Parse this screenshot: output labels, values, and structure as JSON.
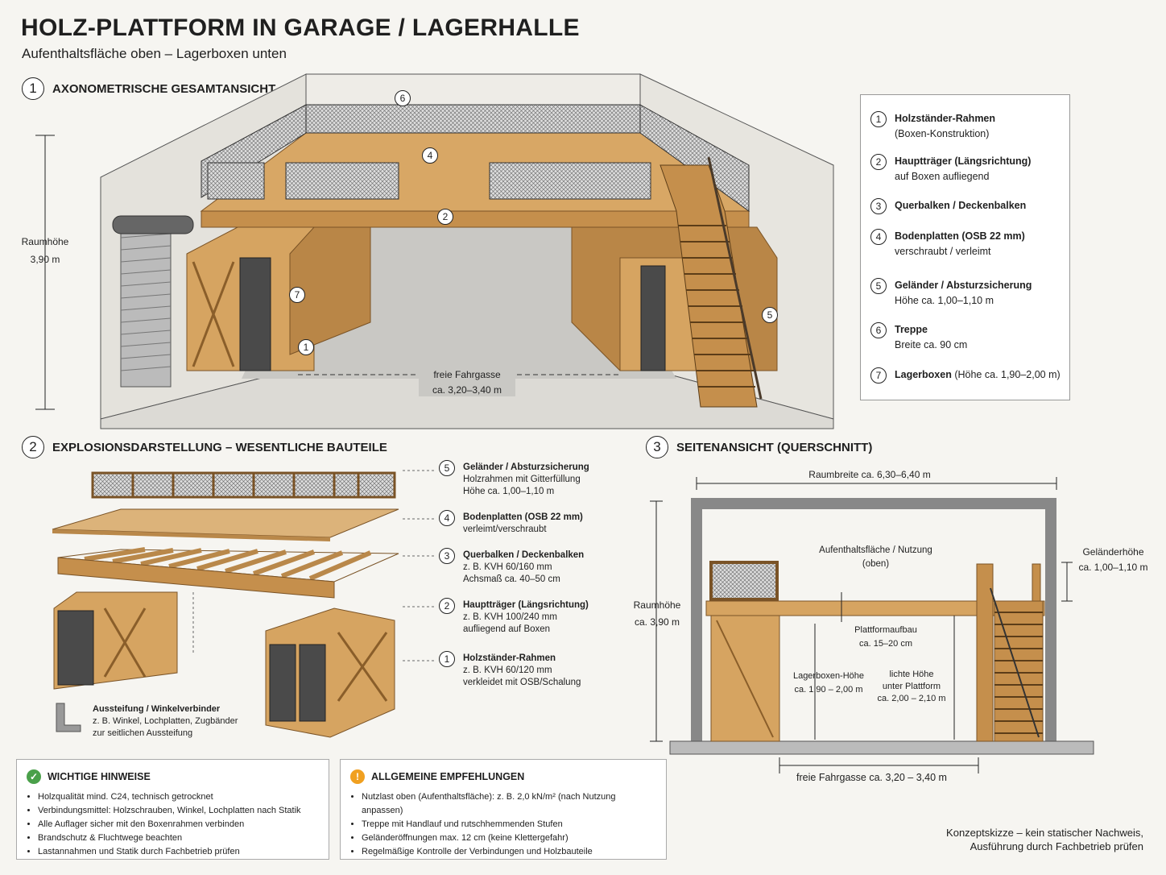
{
  "header": {
    "title": "HOLZ-PLATTFORM IN GARAGE / LAGERHALLE",
    "subtitle": "Aufenthaltsfläche oben – Lagerboxen unten"
  },
  "section1": {
    "num": "1",
    "title": "AXONOMETRISCHE GESAMTANSICHT",
    "room_height_label": "Raumhöhe",
    "room_height_value": "3,90 m",
    "lane_label": "freie Fahrgasse",
    "lane_value": "ca. 3,20–3,40 m",
    "markers": [
      "1",
      "2",
      "4",
      "5",
      "6",
      "7"
    ]
  },
  "legend": [
    {
      "num": "1",
      "title": "Holzständer-Rahmen",
      "detail": "(Boxen-Konstruktion)"
    },
    {
      "num": "2",
      "title": "Hauptträger (Längsrichtung)",
      "detail": "auf Boxen aufliegend"
    },
    {
      "num": "3",
      "title": "Querbalken / Deckenbalken",
      "detail": ""
    },
    {
      "num": "4",
      "title": "Bodenplatten (OSB 22 mm)",
      "detail": "verschraubt / verleimt"
    },
    {
      "num": "5",
      "title": "Geländer / Absturzsicherung",
      "detail": "Höhe ca. 1,00–1,10 m"
    },
    {
      "num": "6",
      "title": "Treppe",
      "detail": "Breite ca. 90 cm"
    },
    {
      "num": "7",
      "title": "Lagerboxen",
      "detail": "(Höhe ca. 1,90–2,00 m)"
    }
  ],
  "section2": {
    "num": "2",
    "title": "EXPLOSIONSDARSTELLUNG – WESENTLICHE BAUTEILE",
    "parts": [
      {
        "num": "5",
        "title": "Geländer / Absturzsicherung",
        "lines": [
          "Holzrahmen mit Gitterfüllung",
          "Höhe ca. 1,00–1,10 m"
        ]
      },
      {
        "num": "4",
        "title": "Bodenplatten (OSB 22 mm)",
        "lines": [
          "verleimt/verschraubt"
        ]
      },
      {
        "num": "3",
        "title": "Querbalken / Deckenbalken",
        "lines": [
          "z. B. KVH 60/160 mm",
          "Achsmaß ca. 40–50 cm"
        ]
      },
      {
        "num": "2",
        "title": "Hauptträger (Längsrichtung)",
        "lines": [
          "z. B. KVH 100/240 mm",
          "aufliegend auf Boxen"
        ]
      },
      {
        "num": "1",
        "title": "Holzständer-Rahmen",
        "lines": [
          "z. B. KVH 60/120 mm",
          "verkleidet mit OSB/Schalung"
        ]
      }
    ],
    "bracing": {
      "title": "Aussteifung / Winkelverbinder",
      "lines": [
        "z. B. Winkel, Lochplatten, Zugbänder",
        "zur seitlichen Aussteifung"
      ]
    }
  },
  "section3": {
    "num": "3",
    "title": "SEITENANSICHT (QUERSCHNITT)",
    "room_width": "Raumbreite  ca. 6,30–6,40 m",
    "room_height_label": "Raumhöhe",
    "room_height_value": "ca. 3,90 m",
    "usage_label": "Aufenthaltsfläche / Nutzung",
    "usage_sub": "(oben)",
    "railing_label": "Geländerhöhe",
    "railing_value": "ca. 1,00–1,10 m",
    "platform_label": "Plattformaufbau",
    "platform_value": "ca. 15–20 cm",
    "box_height_label": "Lagerboxen-Höhe",
    "box_height_value": "ca. 1,90 – 2,00 m",
    "clear_label": "lichte Höhe",
    "clear_sub": "unter Plattform",
    "clear_value": "ca. 2,00 – 2,10 m",
    "lane": "freie Fahrgasse  ca. 3,20 – 3,40 m"
  },
  "notes": {
    "title": "WICHTIGE HINWEISE",
    "items": [
      "Holzqualität mind. C24, technisch getrocknet",
      "Verbindungsmittel: Holzschrauben, Winkel, Lochplatten nach Statik",
      "Alle Auflager sicher mit den Boxenrahmen verbinden",
      "Brandschutz & Fluchtwege beachten",
      "Lastannahmen und Statik durch Fachbetrieb prüfen"
    ]
  },
  "recommendations": {
    "title": "ALLGEMEINE EMPFEHLUNGEN",
    "items": [
      "Nutzlast oben (Aufenthaltsfläche): z. B. 2,0 kN/m² (nach Nutzung anpassen)",
      "Treppe mit Handlauf und rutschhemmenden Stufen",
      "Geländeröffnungen max. 12 cm (keine Klettergefahr)",
      "Regelmäßige Kontrolle der Verbindungen und Holzbauteile"
    ]
  },
  "footer": {
    "line1": "Konzeptskizze – kein statischer Nachweis,",
    "line2": "Ausführung durch Fachbetrieb prüfen"
  },
  "colors": {
    "wood": "#d9a866",
    "wood_dark": "#a8743a",
    "door": "#4a4a4a",
    "wall": "#e8e6e0",
    "ok": "#4aa04a",
    "warn": "#f0a020"
  }
}
